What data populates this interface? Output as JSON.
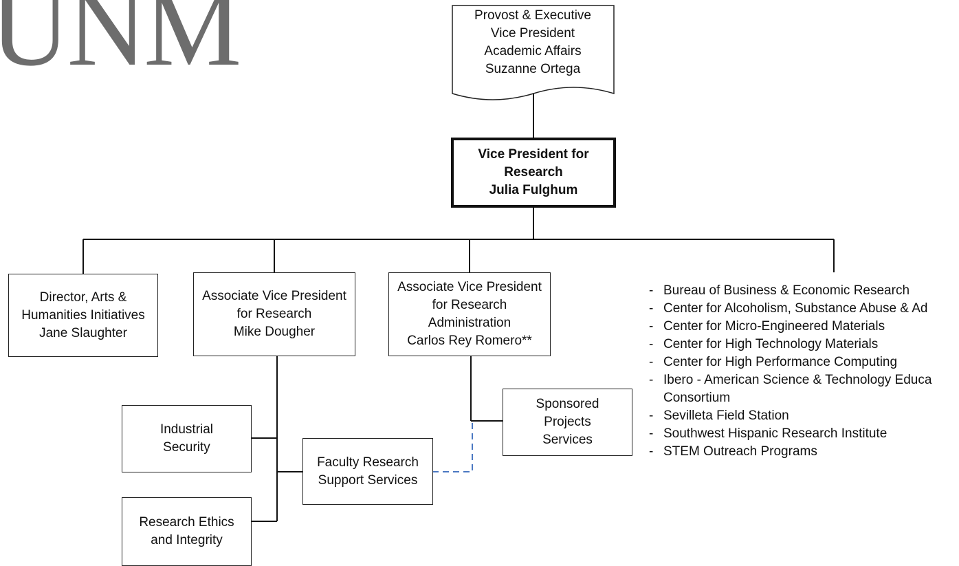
{
  "logo": {
    "text": "UNM",
    "color": "#6d6d6d"
  },
  "colors": {
    "line": "#111111",
    "dashed_link": "#4a78c2"
  },
  "provost": {
    "lines": [
      "Provost & Executive",
      "Vice President",
      "Academic Affairs",
      "Suzanne Ortega"
    ]
  },
  "vpr": {
    "lines": [
      "Vice President for",
      "Research",
      "Julia Fulghum"
    ]
  },
  "director_arts": {
    "lines": [
      "Director, Arts &",
      "Humanities Initiatives",
      "Jane Slaughter"
    ]
  },
  "avp_research": {
    "lines": [
      "Associate Vice President",
      "for Research",
      "Mike Dougher"
    ]
  },
  "avp_admin": {
    "lines": [
      "Associate Vice President",
      "for Research",
      "Administration",
      "Carlos Rey Romero**"
    ]
  },
  "industrial_security": {
    "lines": [
      "Industrial",
      "Security"
    ]
  },
  "research_ethics": {
    "lines": [
      "Research Ethics",
      "and Integrity"
    ]
  },
  "faculty_support": {
    "lines": [
      "Faculty Research",
      "Support Services"
    ]
  },
  "sponsored_projects": {
    "lines": [
      "Sponsored",
      "Projects",
      "Services"
    ]
  },
  "research_units": [
    "Bureau of Business & Economic Research",
    "Center for Alcoholism, Substance Abuse & Ad",
    "Center for Micro-Engineered Materials",
    "Center for High Technology Materials",
    "Center for High Performance Computing",
    "Ibero - American Science & Technology Educa",
    "Consortium",
    "Sevilleta Field Station",
    "Southwest Hispanic Research Institute",
    "STEM Outreach Programs"
  ]
}
